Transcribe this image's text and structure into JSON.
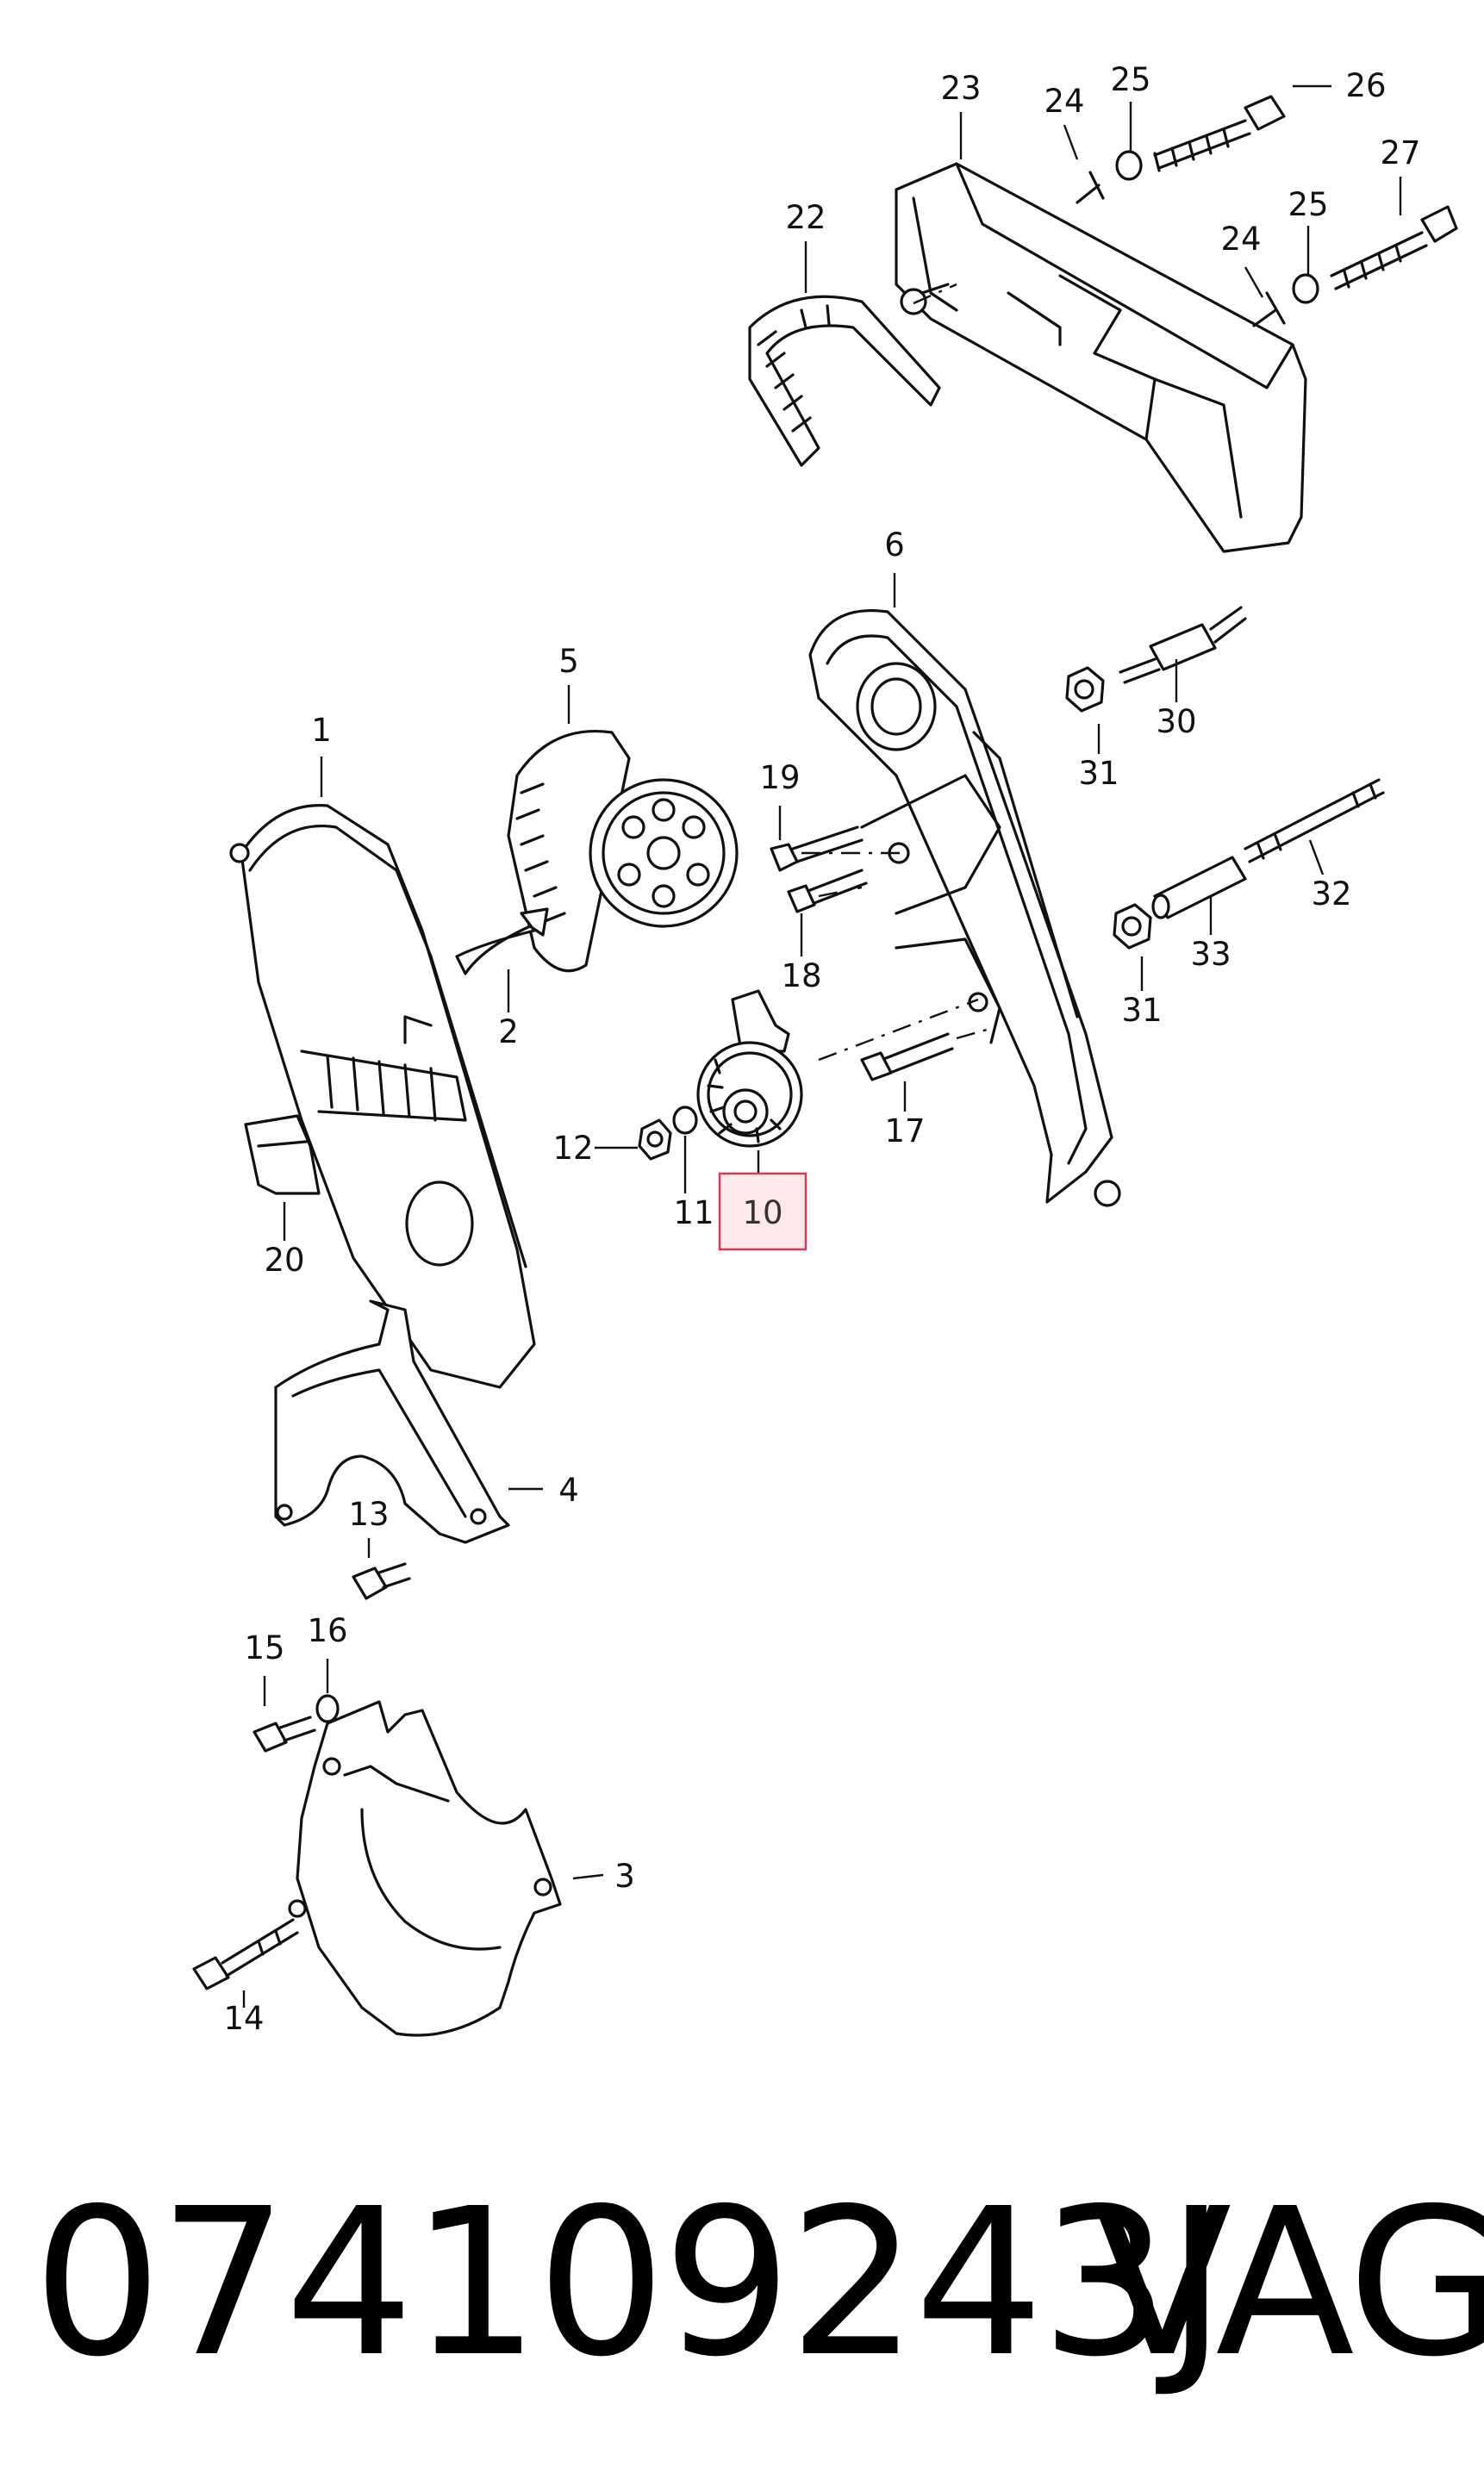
{
  "callouts": [
    {
      "n": "1"
    },
    {
      "n": "2"
    },
    {
      "n": "3"
    },
    {
      "n": "4"
    },
    {
      "n": "5"
    },
    {
      "n": "6"
    },
    {
      "n": "10"
    },
    {
      "n": "11"
    },
    {
      "n": "12"
    },
    {
      "n": "13"
    },
    {
      "n": "14"
    },
    {
      "n": "15"
    },
    {
      "n": "16"
    },
    {
      "n": "17"
    },
    {
      "n": "18"
    },
    {
      "n": "19"
    },
    {
      "n": "20"
    },
    {
      "n": "22"
    },
    {
      "n": "23"
    },
    {
      "n": "24"
    },
    {
      "n": "24"
    },
    {
      "n": "25"
    },
    {
      "n": "25"
    },
    {
      "n": "26"
    },
    {
      "n": "27"
    },
    {
      "n": "30"
    },
    {
      "n": "31"
    },
    {
      "n": "31"
    },
    {
      "n": "32"
    },
    {
      "n": "33"
    }
  ],
  "highlighted_callout": "10",
  "highlight_color": "#d63a55",
  "footer": {
    "part_number": "074109243J",
    "brand": "VAG"
  }
}
